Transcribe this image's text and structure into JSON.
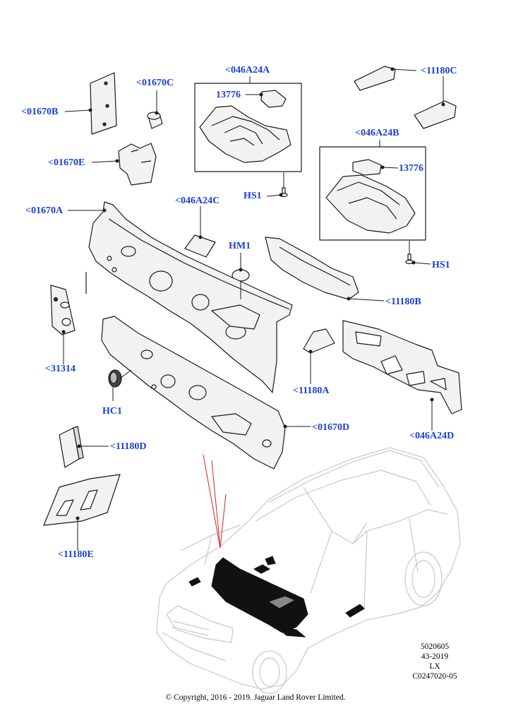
{
  "callouts": {
    "c01670B": "<01670B",
    "c01670C": "<01670C",
    "c01670E": "<01670E",
    "c01670A": "<01670A",
    "c01670D": "<01670D",
    "c046A24A": "<046A24A",
    "c13776a": "13776",
    "c046A24B": "<046A24B",
    "c13776b": "13776",
    "c11180C": "<11180C",
    "cHS1a": "HS1",
    "cHS1b": "HS1",
    "c046A24C": "<046A24C",
    "cHM1": "HM1",
    "c11180B": "<11180B",
    "c31314": "<31314",
    "cHC1": "HC1",
    "c11180A": "<11180A",
    "c046A24D": "<046A24D",
    "c11180D": "<11180D",
    "c11180E": "<11180E"
  },
  "meta": {
    "line1": "5020605",
    "line2": "43-2019",
    "line3": "LX",
    "line4": "C0247020-05"
  },
  "copyright": "© Copyright, 2016 - 2019. Jaguar Land Rover Limited.",
  "colors": {
    "callout": "#1a3fd6",
    "part_fill": "#f2f2f2",
    "part_stroke": "#1a1a1a",
    "vehicle_line": "#c8c8c8",
    "highlight": "#111111",
    "pointer_red": "#e02020"
  }
}
